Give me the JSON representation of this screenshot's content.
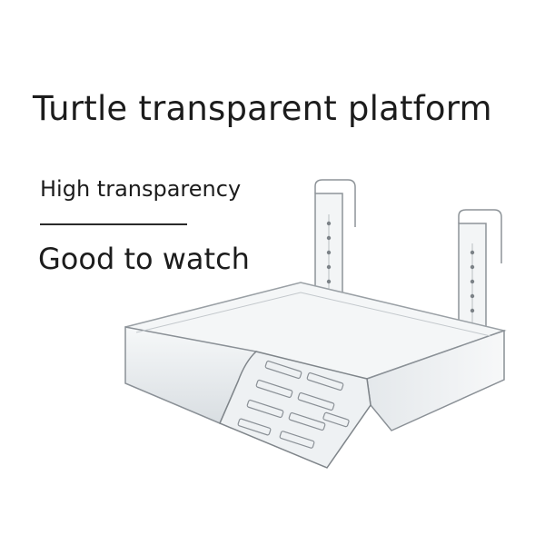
{
  "heading": {
    "title": "Turtle transparent platform"
  },
  "features": [
    {
      "label": "High transparency"
    },
    {
      "label": "Good to watch"
    }
  ],
  "product": {
    "image_subject": "clear acrylic turtle basking platform with two hanging clips and a slotted ramp"
  },
  "colors": {
    "background": "#ffffff",
    "text": "#1c1c1c",
    "acrylic_edge": "#8a9096",
    "acrylic_fill": "#eef1f3"
  }
}
